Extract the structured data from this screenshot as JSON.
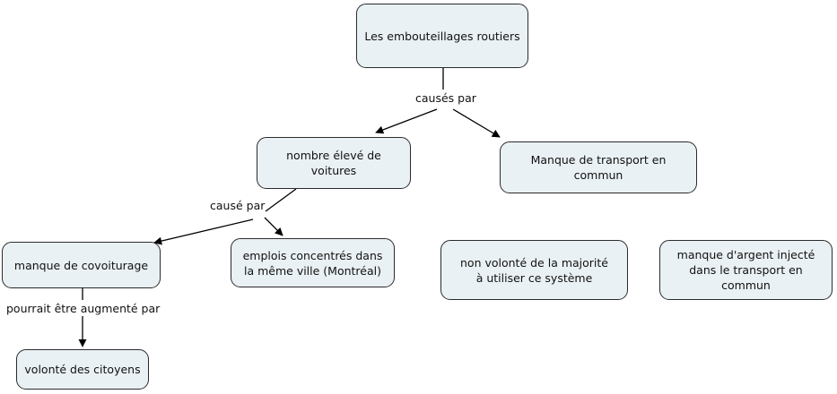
{
  "diagram": {
    "title_node": "Les embouteillages routiers",
    "type": "concept-map",
    "language": "fr",
    "colors": {
      "node_fill": "#eaf1f4",
      "node_border": "#2b2b2b",
      "text": "#111111",
      "edge": "#000000",
      "background": "#ffffff"
    },
    "nodes": [
      {
        "id": "root",
        "label": "Les embouteillages routiers"
      },
      {
        "id": "cars",
        "label": "nombre élevé de voitures"
      },
      {
        "id": "transit",
        "label": "Manque de transport en commun"
      },
      {
        "id": "carpool",
        "label": "manque de covoiturage"
      },
      {
        "id": "jobs",
        "label": "emplois concentrés dans\nla même ville (Montréal)"
      },
      {
        "id": "unwilling",
        "label": "non volonté de la majorité\nà utiliser ce système"
      },
      {
        "id": "money",
        "label": "manque d'argent injecté\ndans le transport en commun"
      },
      {
        "id": "will",
        "label": "volonté des citoyens"
      }
    ],
    "edge_labels": [
      {
        "id": "causes-par",
        "label": "causés par",
        "from": "root",
        "to": [
          "cars",
          "transit"
        ]
      },
      {
        "id": "cause-par",
        "label": "causé par",
        "from": "cars",
        "to": [
          "carpool",
          "jobs"
        ]
      },
      {
        "id": "augmente",
        "label": "pourrait être augmenté par",
        "from": "carpool",
        "to": [
          "will"
        ]
      }
    ]
  }
}
